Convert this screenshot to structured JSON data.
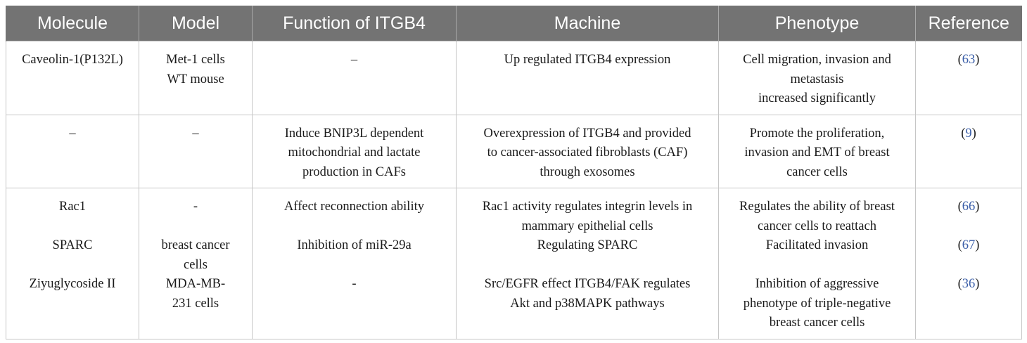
{
  "headers": [
    "Molecule",
    "Model",
    "Function of ITGB4",
    "Machine",
    "Phenotype",
    "Reference"
  ],
  "rows": [
    {
      "molecule": [
        "Caveolin-1(P132L)"
      ],
      "model": [
        "Met-1 cells",
        "WT mouse"
      ],
      "function": [
        "–"
      ],
      "machine": [
        "Up regulated ITGB4 expression"
      ],
      "phenotype": [
        "Cell migration, invasion and",
        "metastasis",
        "increased significantly"
      ],
      "reference": [
        "63"
      ]
    },
    {
      "molecule": [
        "–"
      ],
      "model": [
        "–"
      ],
      "function": [
        "Induce BNIP3L dependent",
        "mitochondrial and lactate",
        "production in CAFs"
      ],
      "machine": [
        "Overexpression of ITGB4 and provided",
        "to cancer-associated fibroblasts (CAF)",
        "through exosomes"
      ],
      "phenotype": [
        "Promote the proliferation,",
        "invasion and EMT of breast",
        "cancer cells"
      ],
      "reference": [
        "9"
      ]
    },
    {
      "molecule": [
        "Rac1",
        "",
        "SPARC",
        "",
        "Ziyuglycoside II"
      ],
      "model": [
        "-",
        "",
        "breast cancer",
        "cells",
        "MDA-MB-",
        "231 cells"
      ],
      "function": [
        "Affect reconnection ability",
        "",
        "Inhibition of miR-29a",
        "",
        "-"
      ],
      "machine": [
        "Rac1 activity regulates integrin levels in",
        "mammary epithelial cells",
        "Regulating SPARC",
        "",
        "Src/EGFR effect ITGB4/FAK regulates",
        "Akt and p38MAPK pathways"
      ],
      "phenotype": [
        "Regulates the ability of breast",
        "cancer cells to reattach",
        "Facilitated invasion",
        "",
        "Inhibition of aggressive",
        "phenotype of triple-negative",
        "breast cancer cells"
      ],
      "reference": [
        "66",
        "",
        "67",
        "",
        "36"
      ]
    }
  ]
}
